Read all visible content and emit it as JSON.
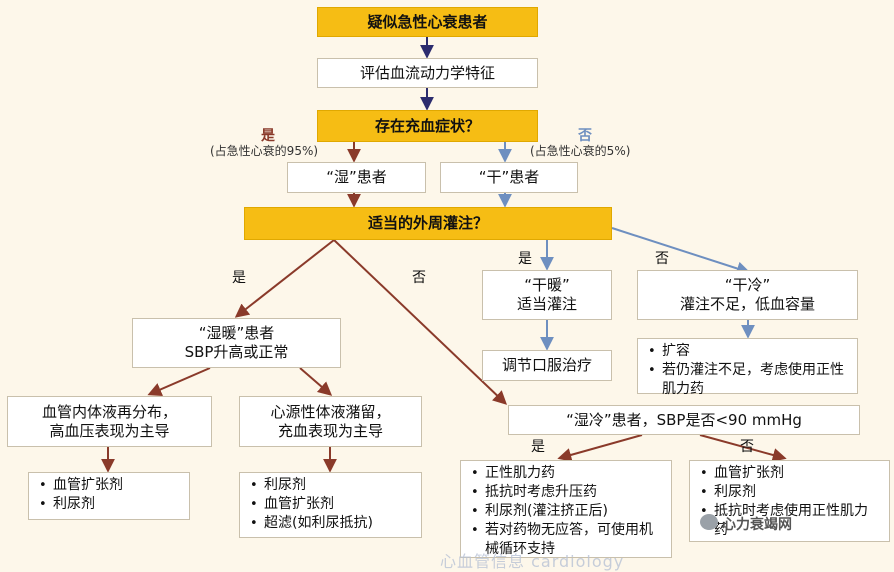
{
  "colors": {
    "yellow": "#f6bd14",
    "red_arrow": "#8a3a2a",
    "blue_arrow": "#6e8fc0",
    "navy_arrow": "#2c2c6e",
    "background": "#fdf7ea"
  },
  "nodes": {
    "suspected_hf": "疑似急性心衰患者",
    "hemodynamics": "评估血流动力学特征",
    "congestion_q": "存在充血症状？",
    "wet_patient": "“湿”患者",
    "dry_patient": "“干”患者",
    "perfusion_q": "适当的外周灌注？",
    "wet_warm": "“湿暖”患者\nSBP升高或正常",
    "dry_warm": "“干暖”\n适当灌注",
    "dry_cold": "“干冷”\n灌注不足，低血容量",
    "oral_therapy": "调节口服治疗",
    "vascular_redistribution": "血管内体液再分布，\n高血压表现为主导",
    "cardiac_retention": "心源性体液潴留，\n充血表现为主导",
    "wet_cold": "“湿冷”患者，SBP是否<90 mmHg"
  },
  "lists": {
    "dry_cold_treat": [
      "扩容",
      "若仍灌注不足，考虑使用正性肌力药"
    ],
    "vascular_treat": [
      "血管扩张剂",
      "利尿剂"
    ],
    "cardiac_treat": [
      "利尿剂",
      "血管扩张剂",
      "超滤(如利尿抵抗)"
    ],
    "wet_cold_yes_treat": [
      "正性肌力药",
      "抵抗时考虑升压药",
      "利尿剂(灌注挤正后)",
      "若对药物无应答，可使用机械循环支持"
    ],
    "wet_cold_no_treat": [
      "血管扩张剂",
      "利尿剂",
      "抵抗时考虑使用正性肌力药"
    ]
  },
  "labels": {
    "congestion_yes": "是",
    "congestion_no": "否",
    "congestion_yes_pct": "(占急性心衰的95%)",
    "congestion_no_pct": "(占急性心衰的5%)",
    "perf_wet_yes": "是",
    "perf_wet_no": "否",
    "perf_dry_yes": "是",
    "perf_dry_no": "否",
    "sbp_yes": "是",
    "sbp_no": "否"
  },
  "watermark": {
    "text": "心力衰竭网",
    "icon": "wechat-icon",
    "under_text": "心血管信息 cardiology"
  }
}
